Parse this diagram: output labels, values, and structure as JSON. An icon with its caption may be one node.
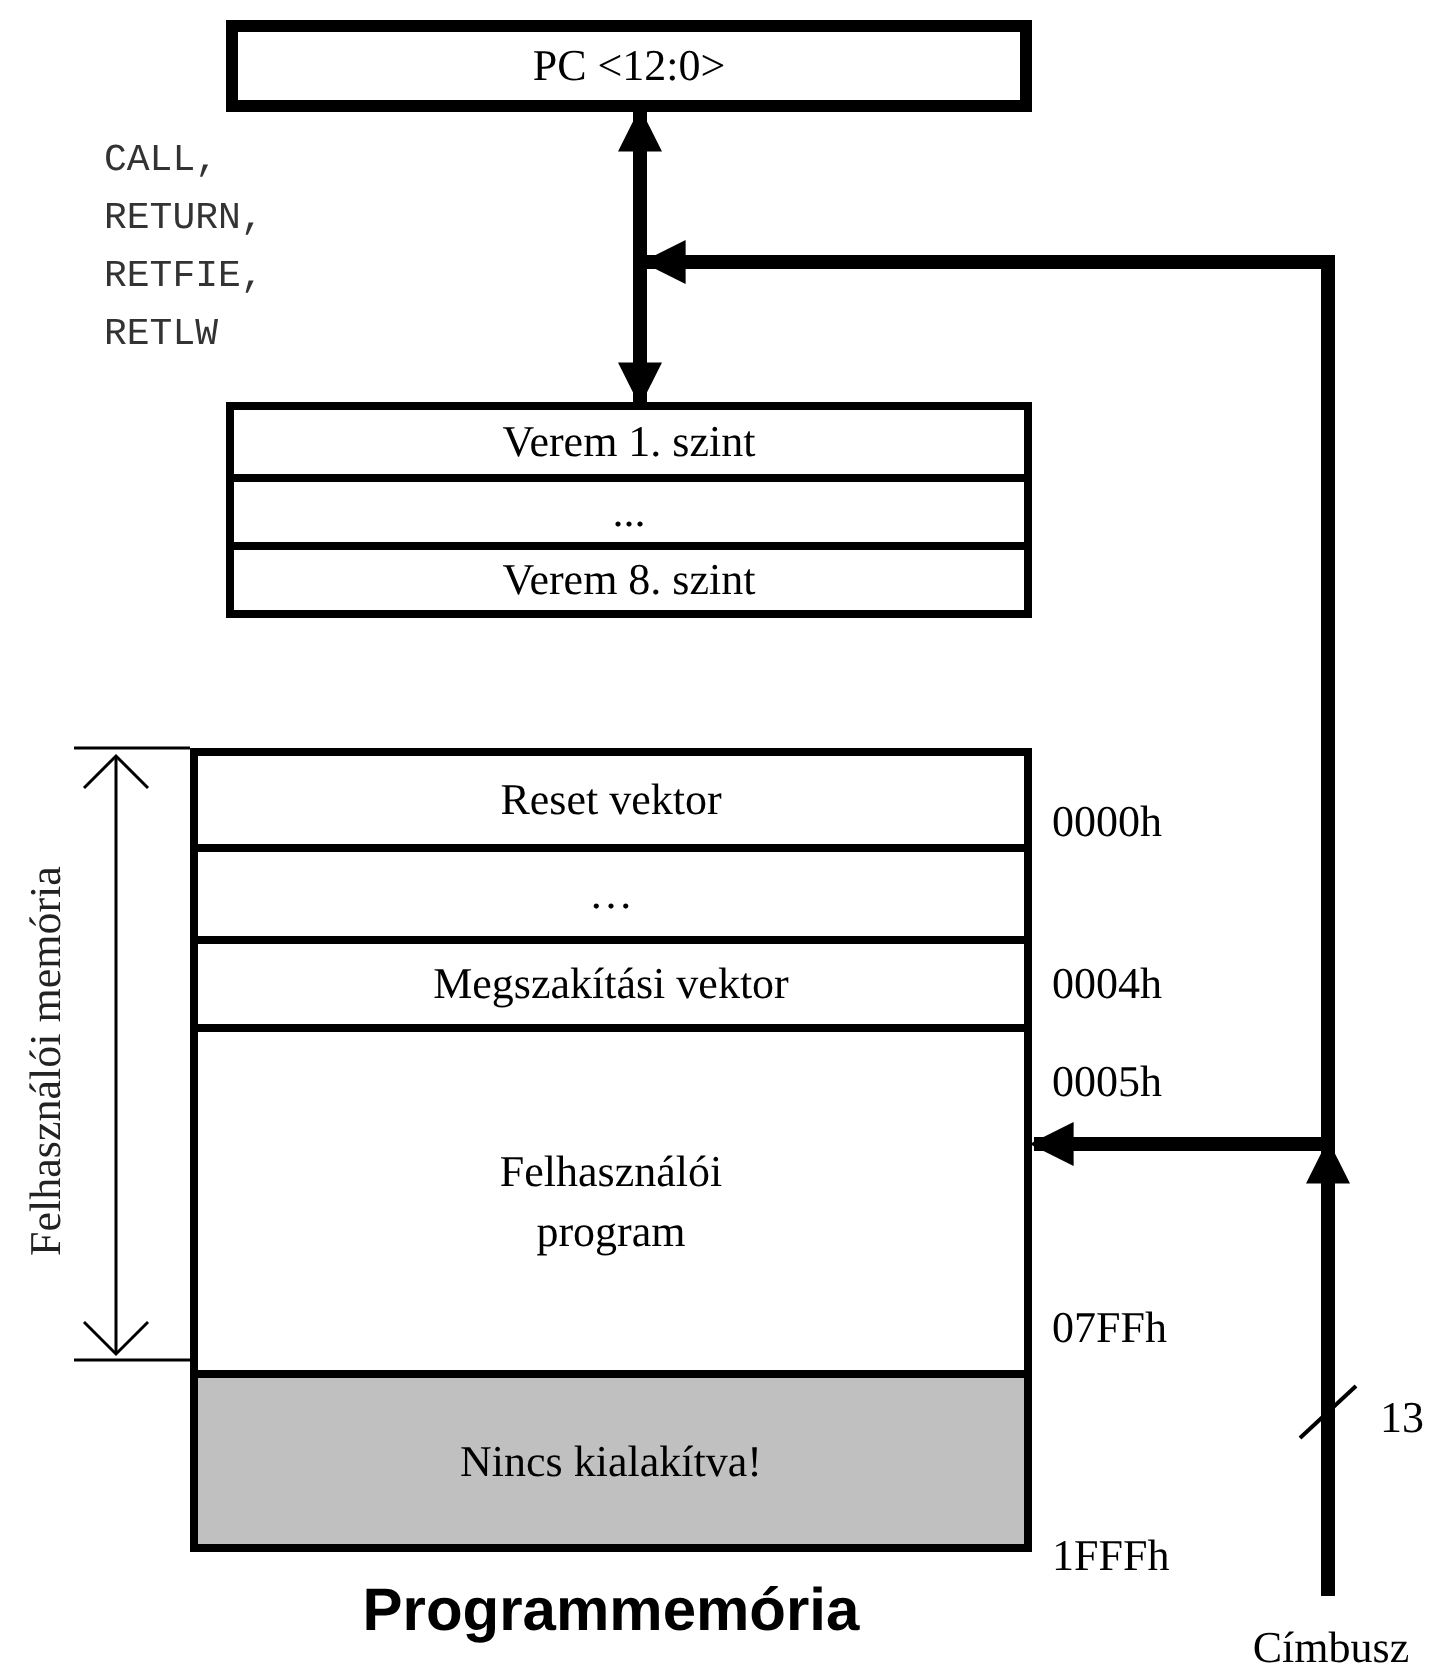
{
  "diagram": {
    "title": "Programmemória",
    "nodes": [
      {
        "text": [
          "PC <12:0>"
        ]
      },
      {
        "text": [],
        "shape": "box"
      },
      {
        "text": [
          "Verem 1. szint"
        ],
        "in": 1
      },
      {
        "text": [
          "..."
        ],
        "in": 1
      },
      {
        "text": [
          "Verem 8. szint"
        ],
        "in": 1
      },
      {
        "text": [],
        "shape": "box"
      },
      {
        "text": [
          "Reset vektor"
        ],
        "in": 5
      },
      {
        "text": [
          "…"
        ],
        "in": 5
      },
      {
        "text": [
          "Megszakítási vektor"
        ],
        "in": 5
      },
      {
        "text": [
          "Felhasználói program"
        ],
        "in": 5
      },
      {
        "text": [
          "Nincs kialakítva!"
        ],
        "in": 5
      },
      {
        "text": [
          "Címbusz"
        ]
      }
    ],
    "edges": [
      {
        "from": 0,
        "to": 1,
        "arrow": "both"
      },
      {
        "from": 11,
        "to": 9,
        "arrow": "to"
      },
      {
        "from": 11,
        "to": 0,
        "arrow": "to"
      }
    ],
    "labels": [
      "CALL, RETURN, RETFIE, RETLW",
      "Felhasználói memória",
      "0000h",
      "0004h",
      "0005h",
      "07FFh",
      "1FFFh",
      "13"
    ]
  }
}
